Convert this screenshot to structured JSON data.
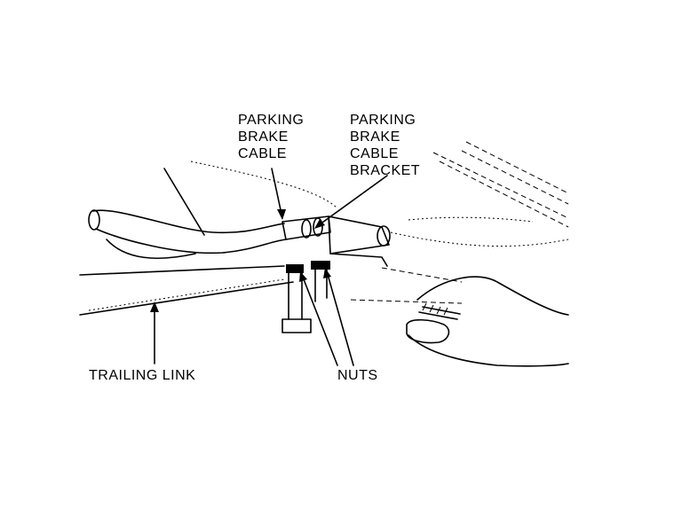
{
  "labels": {
    "parking_brake_cable": [
      "PARKING",
      "BRAKE",
      "CABLE"
    ],
    "parking_brake_cable_bracket": [
      "PARKING",
      "BRAKE",
      "CABLE",
      "BRACKET"
    ],
    "trailing_link": "TRAILING LINK",
    "nuts": "NUTS"
  },
  "colors": {
    "ink": "#000000",
    "paper": "#ffffff"
  }
}
